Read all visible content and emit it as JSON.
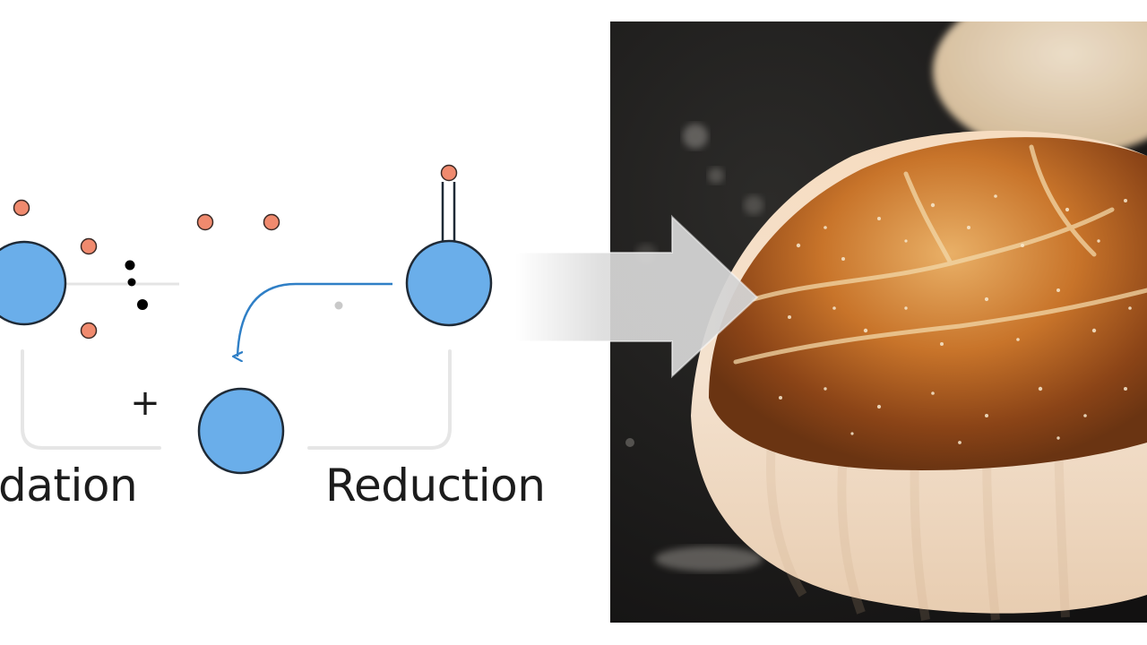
{
  "diagram": {
    "left_label": "dation",
    "right_label": "Reduction",
    "plus_sign": "+",
    "colors": {
      "molecule_fill": "#6aaeea",
      "molecule_stroke": "#1f2a36",
      "electron_fill": "#f08a6e",
      "electron_stroke": "#3a2a26",
      "arrow": "#2f7fc6",
      "bracket": "#e6e6e6"
    }
  },
  "photo": {
    "subject": "seared-scallop",
    "colors": {
      "pan": "#1d1c1b",
      "scallop_flesh": "#f4e2cf",
      "crust": "#c8742a"
    }
  },
  "transition_arrow": {
    "color": "#dcdcdc",
    "direction": "right"
  }
}
